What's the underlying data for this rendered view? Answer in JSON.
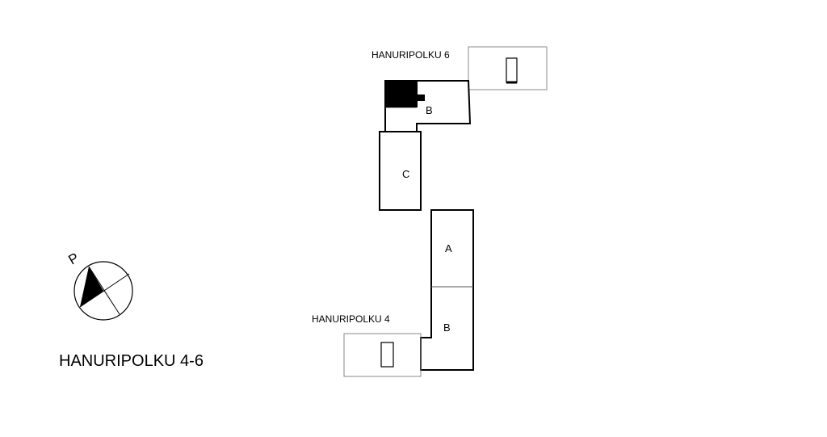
{
  "site_plan": {
    "title": "HANURIPOLKU 4-6",
    "north_letter": "P",
    "addresses": {
      "hanuripolku_6": "HANURIPOLKU 6",
      "hanuripolku_4": "HANURIPOLKU 4"
    },
    "blocks": {
      "upper_b": "B",
      "c": "C",
      "a": "A",
      "lower_b": "B"
    }
  }
}
